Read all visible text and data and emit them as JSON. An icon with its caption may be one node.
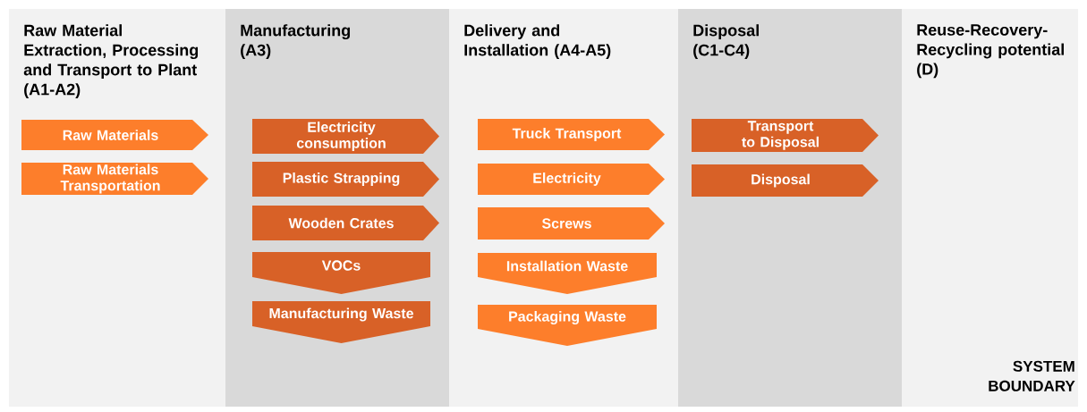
{
  "diagram": {
    "nodes": [
      {
        "text": [
          "Raw Material Extraction, Processing and Transport to Plant (A1-A2)"
        ]
      },
      {
        "text": [
          "Raw Materials"
        ],
        "in": 0
      },
      {
        "text": [
          "Raw Materials Transportation"
        ],
        "in": 0
      },
      {
        "text": [
          "Manufacturing (A3)"
        ]
      },
      {
        "text": [
          "Electricity consumption"
        ],
        "in": 3
      },
      {
        "text": [
          "Plastic Strapping"
        ],
        "in": 3
      },
      {
        "text": [
          "Wooden Crates"
        ],
        "in": 3
      },
      {
        "text": [
          "VOCs"
        ],
        "in": 3
      },
      {
        "text": [
          "Manufacturing Waste"
        ],
        "in": 3
      },
      {
        "text": [
          "Delivery and Installation (A4-A5)"
        ]
      },
      {
        "text": [
          "Truck Transport"
        ],
        "in": 9
      },
      {
        "text": [
          "Electricity"
        ],
        "in": 9
      },
      {
        "text": [
          "Screws"
        ],
        "in": 9
      },
      {
        "text": [
          "Installation Waste"
        ],
        "in": 9
      },
      {
        "text": [
          "Packaging Waste"
        ],
        "in": 9
      },
      {
        "text": [
          "Disposal (C1-C4)"
        ]
      },
      {
        "text": [
          "Transport to Disposal"
        ],
        "in": 15
      },
      {
        "text": [
          "Disposal"
        ],
        "in": 15
      },
      {
        "text": [
          "Reuse-Recovery-Recycling potential (D)"
        ]
      }
    ],
    "labels": [
      "SYSTEM BOUNDARY"
    ]
  }
}
